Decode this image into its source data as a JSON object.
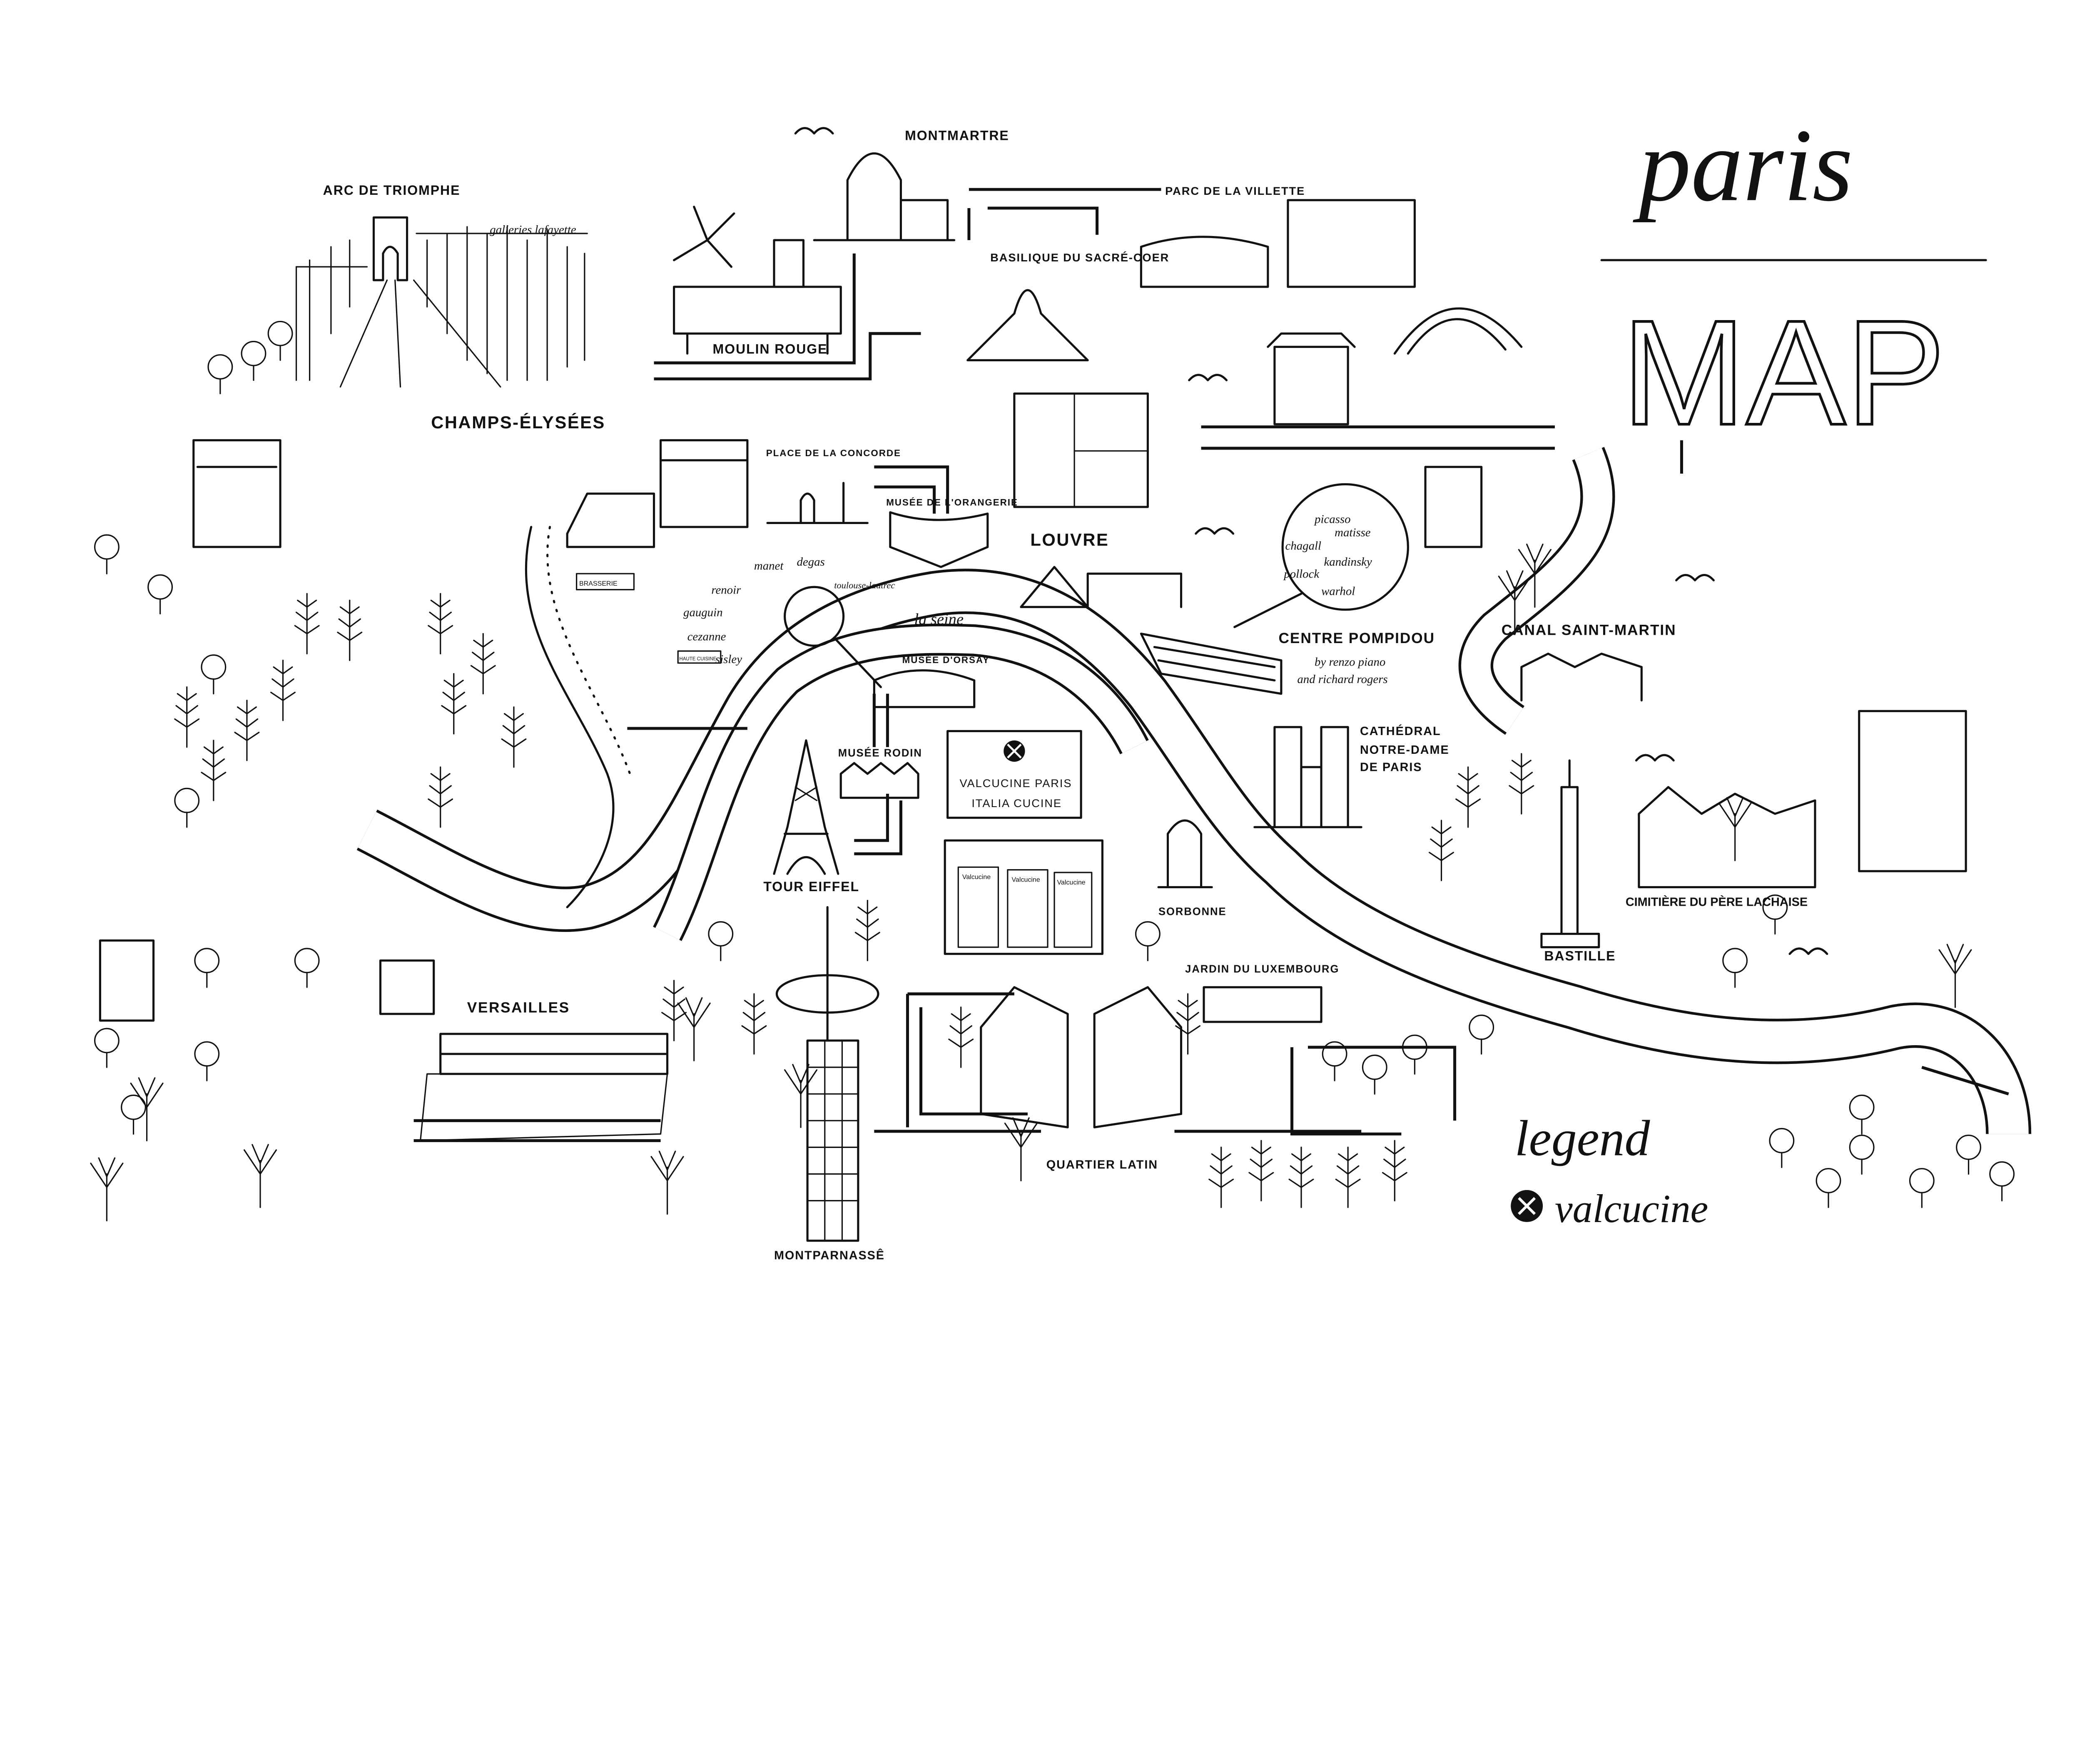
{
  "title": {
    "script": "paris",
    "main": "MAP"
  },
  "labels": {
    "arc_de_triomphe": "ARC DE TRIOMPHE",
    "galleries_lafayette": "galleries lafayette",
    "montmartre": "MONTMARTRE",
    "parc_de_la_villette": "PARC DE LA VILLETTE",
    "basilique": "BASILIQUE DU SACRÉ-COER",
    "moulin_rouge": "MOULIN ROUGE",
    "champs_elysees": "CHAMPS-ÉLYSÉES",
    "place_de_la_concorde": "PLACE DE LA CONCORDE",
    "musee_orangerie": "MUSÉE DE L'ORANGERIE",
    "louvre": "LOUVRE",
    "centre_pompidou": "CENTRE POMPIDOU",
    "pompidou_credit_1": "by renzo piano",
    "pompidou_credit_2": "and richard rogers",
    "canal_saint_martin": "CANAL SAINT-MARTIN",
    "la_seine": "la seine",
    "musee_orsay": "MUSÉE D'ORSAY",
    "musee_rodin": "MUSÉE RODIN",
    "valcucine_line_1": "VALCUCINE PARIS",
    "valcucine_line_2": "ITALIA CUCINE",
    "tour_eiffel": "TOUR EIFFEL",
    "notre_dame_1": "CATHÉDRAL",
    "notre_dame_2": "NOTRE-DAME",
    "notre_dame_3": "DE PARIS",
    "sorbonne": "SORBONNE",
    "bastille": "BASTILLE",
    "pere_lachaise": "CIMITIÈRE DU PÈRE LACHAISE",
    "versailles": "VERSAILLES",
    "jardin_du_luxembourg": "JARDIN DU LUXEMBOURG",
    "quartier_latin": "QUARTIER LATIN",
    "montparnasse": "MONTPARNASSÊ"
  },
  "artists_orsay": [
    "manet",
    "degas",
    "renoir",
    "toulouse-lautrec",
    "gauguin",
    "cezanne",
    "sisley"
  ],
  "artists_pompidou": [
    "picasso",
    "matisse",
    "chagall",
    "kandinsky",
    "pollock",
    "warhol"
  ],
  "signs": {
    "brasserie": "BRASSERIE",
    "haute_cuisine": "HAUTE CUISINE",
    "screen_brand": "Valcucine"
  },
  "legend": {
    "title": "legend",
    "items": [
      {
        "icon": "valcucine-logo-icon",
        "label": "valcucine"
      }
    ]
  },
  "colors": {
    "ink": "#111111",
    "background": "#ffffff"
  }
}
